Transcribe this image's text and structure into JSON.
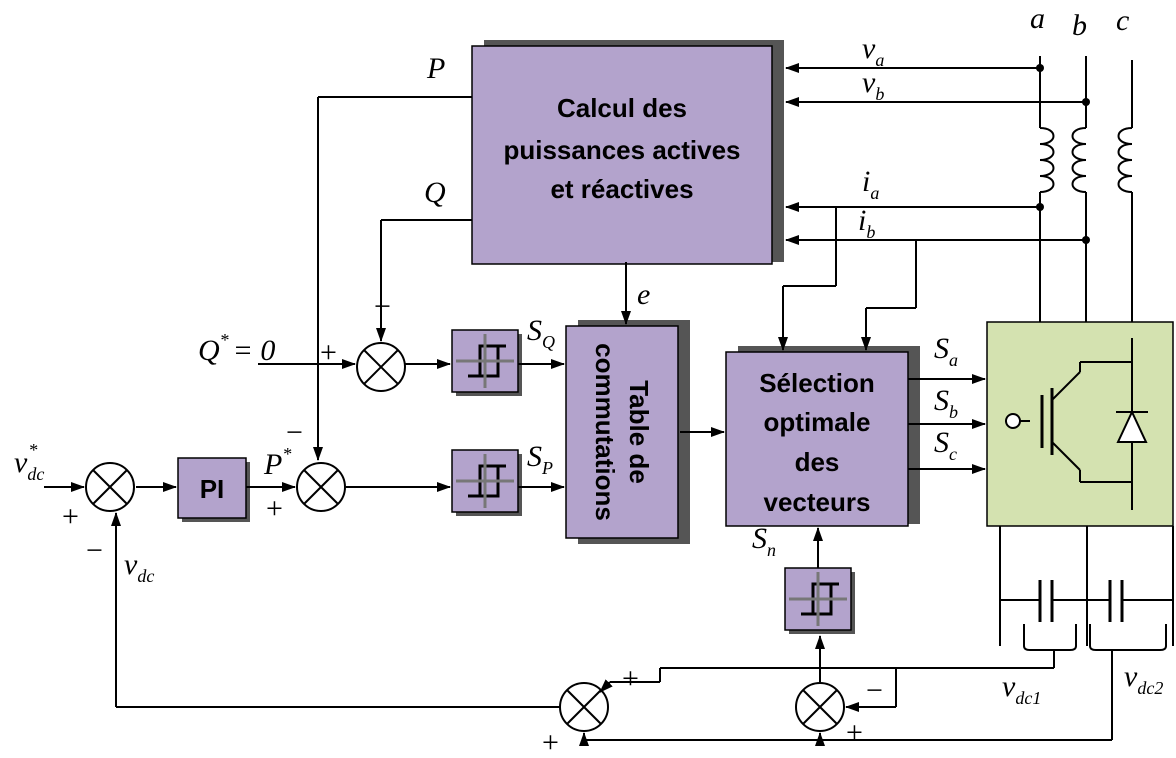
{
  "blocks": {
    "power_calc": [
      "Calcul des",
      "puissances actives",
      "et réactives"
    ],
    "switch_table": [
      "Table de",
      "commutations"
    ],
    "vector_select": [
      "Sélection",
      "optimale",
      "des",
      "vecteurs"
    ],
    "pi": "PI"
  },
  "phases": {
    "a": "a",
    "b": "b",
    "c": "c"
  },
  "signals": {
    "va": {
      "base": "v",
      "sub": "a"
    },
    "vb": {
      "base": "v",
      "sub": "b"
    },
    "ia": {
      "base": "i",
      "sub": "a"
    },
    "ib": {
      "base": "i",
      "sub": "b"
    },
    "P": "P",
    "Q": "Q",
    "e": "e",
    "q_ref": "Q",
    "q_ref_val": "= 0",
    "SQ": {
      "base": "S",
      "sub": "Q"
    },
    "SP": {
      "base": "S",
      "sub": "P"
    },
    "Sn": {
      "base": "S",
      "sub": "n"
    },
    "Sa": {
      "base": "S",
      "sub": "a"
    },
    "Sb": {
      "base": "S",
      "sub": "b"
    },
    "Sc": {
      "base": "S",
      "sub": "c"
    },
    "vdc_ref": {
      "base": "v",
      "sub": "dc"
    },
    "vdc": {
      "base": "v",
      "sub": "dc"
    },
    "P_ref": "P",
    "vdc1": {
      "base": "v",
      "sub": "dc1"
    },
    "vdc2": {
      "base": "v",
      "sub": "dc2"
    },
    "star": "*"
  },
  "signs": {
    "plus": "+",
    "minus": "−"
  }
}
